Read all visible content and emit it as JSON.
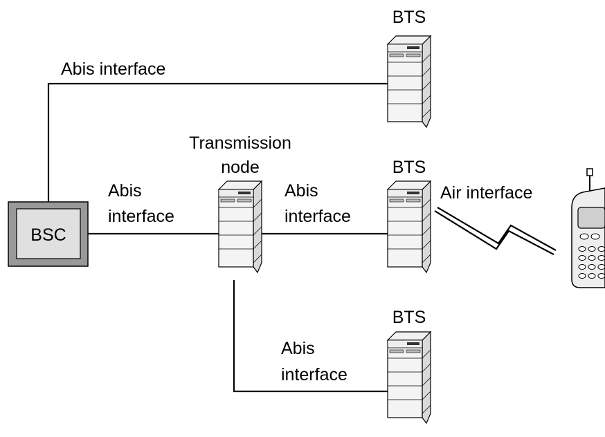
{
  "bsc": {
    "label": "BSC"
  },
  "bts_top": {
    "label": "BTS"
  },
  "bts_mid": {
    "label": "BTS"
  },
  "bts_bottom": {
    "label": "BTS"
  },
  "transmission_node": {
    "line1": "Transmission",
    "line2": "node"
  },
  "links": {
    "bsc_to_bts_top": {
      "text": "Abis interface"
    },
    "bsc_to_node": {
      "line1": "Abis",
      "line2": "interface"
    },
    "node_to_bts_mid": {
      "line1": "Abis",
      "line2": "interface"
    },
    "node_to_bts_bottom": {
      "line1": "Abis",
      "line2": "interface"
    },
    "air": {
      "text": "Air interface"
    }
  },
  "icons": {
    "cabinet": "bts-cabinet-icon",
    "phone": "mobile-phone-icon"
  }
}
